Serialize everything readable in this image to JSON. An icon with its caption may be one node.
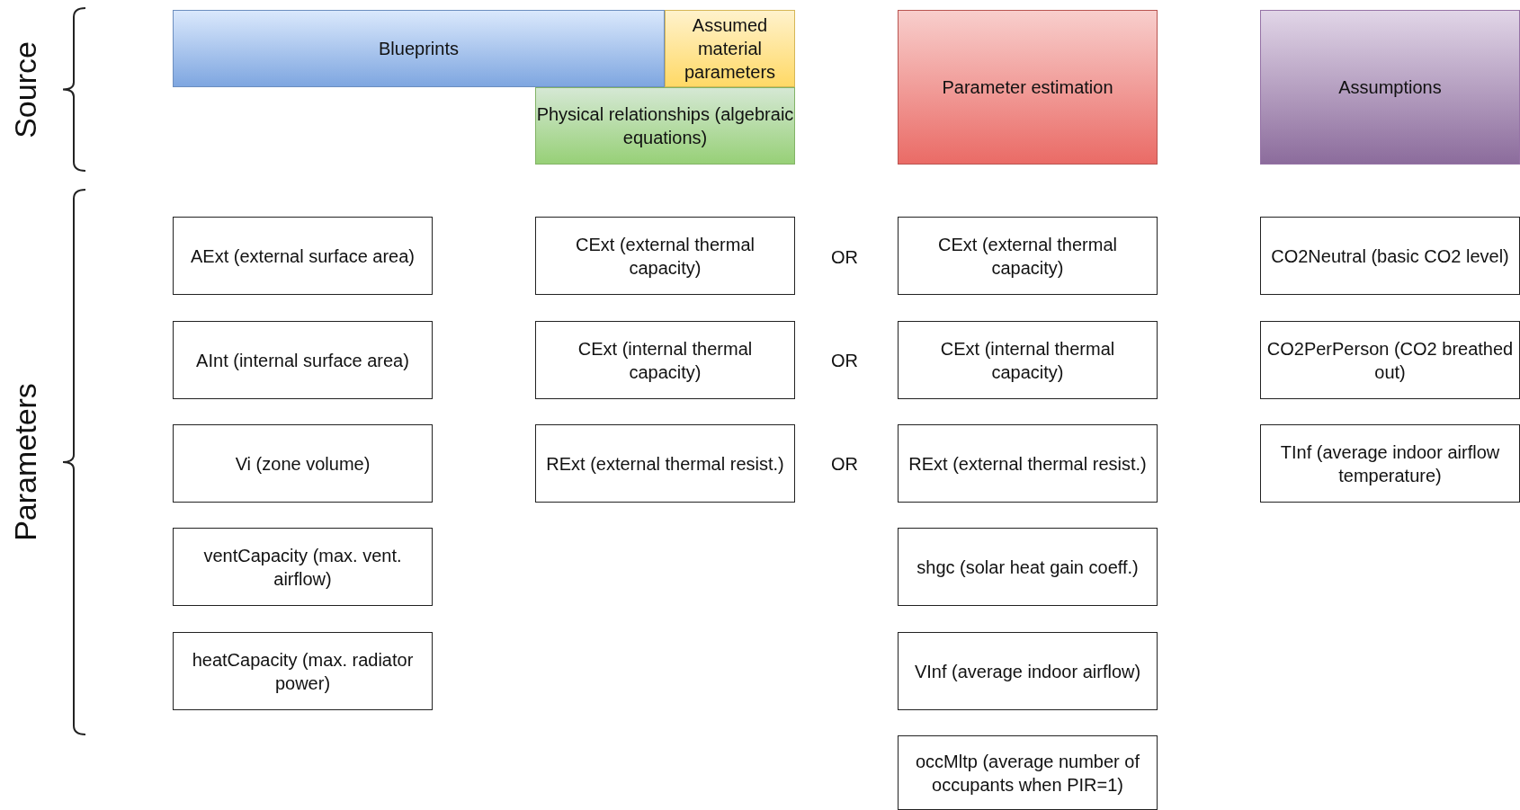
{
  "diagram": {
    "nodes": [
      {
        "text": [
          "Blueprints"
        ]
      },
      {
        "text": [
          "Assumed material parameters"
        ]
      },
      {
        "text": [
          "Physical relationships (algebraic equations)"
        ]
      },
      {
        "text": [
          "Parameter estimation"
        ]
      },
      {
        "text": [
          "Assumptions"
        ]
      },
      {
        "text": [
          "AExt (external surface area)"
        ]
      },
      {
        "text": [
          "AInt (internal surface area)"
        ]
      },
      {
        "text": [
          "Vi (zone volume)"
        ]
      },
      {
        "text": [
          "ventCapacity (max. vent. airflow)"
        ]
      },
      {
        "text": [
          "heatCapacity (max. radiator power)"
        ]
      },
      {
        "text": [
          "CExt (external thermal capacity)"
        ]
      },
      {
        "text": [
          "CExt (internal thermal capacity)"
        ]
      },
      {
        "text": [
          "RExt (external thermal resist.)"
        ]
      },
      {
        "text": [
          "CExt (external thermal capacity)"
        ]
      },
      {
        "text": [
          "CExt (internal thermal capacity)"
        ]
      },
      {
        "text": [
          "RExt (external thermal resist.)"
        ]
      },
      {
        "text": [
          "shgc (solar heat gain coeff.)"
        ]
      },
      {
        "text": [
          "VInf (average indoor airflow)"
        ]
      },
      {
        "text": [
          "occMltp (average number of occupants when PIR=1)"
        ]
      },
      {
        "text": [
          "CO2Neutral (basic CO2 level)"
        ]
      },
      {
        "text": [
          "CO2PerPerson (CO2 breathed out)"
        ]
      },
      {
        "text": [
          "TInf (average indoor airflow temperature)"
        ]
      }
    ],
    "labels": [
      "Source",
      "Parameters",
      "OR",
      "OR",
      "OR"
    ]
  }
}
